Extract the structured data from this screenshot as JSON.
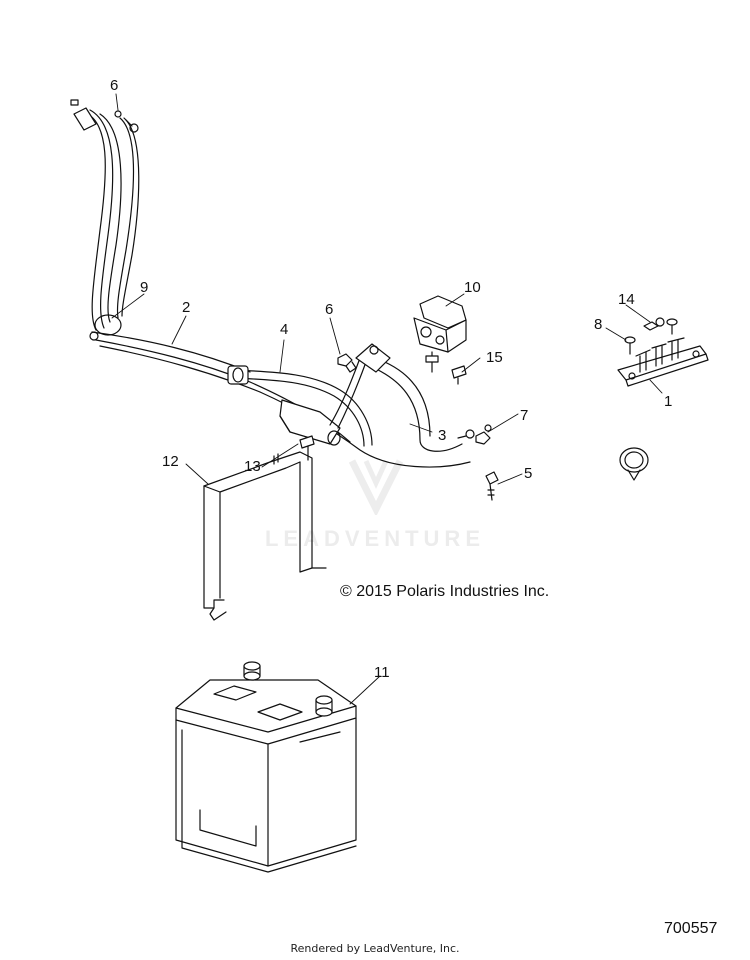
{
  "diagram": {
    "copyright": "© 2015 Polaris Industries Inc.",
    "diagram_id": "700557",
    "footer": "Rendered by LeadVenture, Inc.",
    "watermark": "LEADVENTURE",
    "callouts": {
      "c1": "1",
      "c2": "2",
      "c3": "3",
      "c4": "4",
      "c5": "5",
      "c6a": "6",
      "c6b": "6",
      "c7": "7",
      "c8": "8",
      "c9": "9",
      "c10": "10",
      "c11": "11",
      "c12": "12",
      "c13": "13",
      "c14": "14",
      "c15": "15"
    }
  }
}
